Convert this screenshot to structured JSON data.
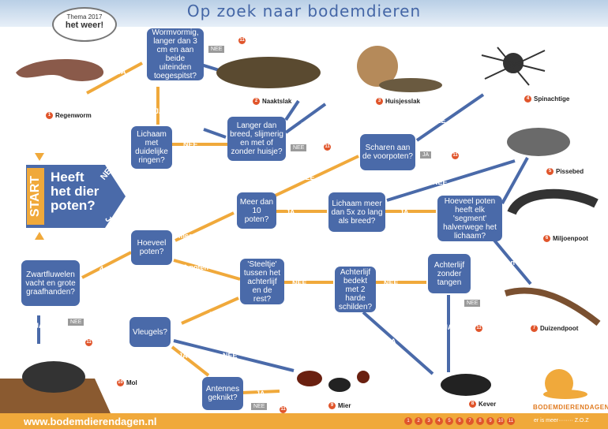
{
  "header": {
    "title": "Op zoek naar bodemdieren",
    "badge_line1": "Thema 2017",
    "badge_line2": "het weer!"
  },
  "start": {
    "start_label": "START",
    "question": "Heeft het dier poten?",
    "nee": "NEE",
    "ja": "JA"
  },
  "boxes": {
    "wormvormig": "Wormvormig, langer dan 3 cm en aan beide uiteinden toegespitst?",
    "lichaam_ringen": "Lichaam met duidelijke ringen?",
    "langer_breed": "Langer dan breed, slijmerig en met of zonder huisje?",
    "scharen": "Scharen aan de voorpoten?",
    "meer_dan_10": "Meer dan 10 poten?",
    "lichaam_5x": "Lichaam meer dan 5x zo lang als breed?",
    "hoeveel_poten_segment": "Hoeveel poten heeft elk 'segment' halverwege het lichaam?",
    "hoeveel_poten": "Hoeveel poten?",
    "zwartfluwelen": "Zwartfluwelen vacht en grote graafhanden?",
    "steeltje": "'Steeltje' tussen het achterlijf en de rest?",
    "achterlijf_schilden": "Achterlijf bedekt met 2 harde schilden?",
    "achterlijf_tangen": "Achterlijf zonder tangen",
    "vleugels": "Vleugels?",
    "antennes": "Antennes geknikt?"
  },
  "arrow_labels": {
    "ja": "JA",
    "nee": "NEE",
    "meer_dan_6": "meer dan 6",
    "vier_poten": "4 poten",
    "zes_poten": "6 poten",
    "twee_poten": "2 poten"
  },
  "small": {
    "nee": "NEE",
    "ja": "JA",
    "eleven": "11"
  },
  "animals": [
    {
      "n": "1",
      "name": "Regenworm"
    },
    {
      "n": "2",
      "name": "Naaktslak"
    },
    {
      "n": "3",
      "name": "Huisjesslak"
    },
    {
      "n": "4",
      "name": "Spinachtige"
    },
    {
      "n": "5",
      "name": "Pissebed"
    },
    {
      "n": "6",
      "name": "Miljoenpoot"
    },
    {
      "n": "7",
      "name": "Duizendpoot"
    },
    {
      "n": "8",
      "name": "Kever"
    },
    {
      "n": "9",
      "name": "Mier"
    },
    {
      "n": "10",
      "name": "Mol"
    }
  ],
  "footer": {
    "url": "www.bodemdierendagen.nl",
    "pages": [
      "1",
      "2",
      "3",
      "4",
      "5",
      "6",
      "7",
      "8",
      "9",
      "10",
      "11"
    ],
    "more": "er is meer········ Z.O.Z",
    "brand": "BODEMDIERENDAGEN"
  },
  "colors": {
    "box": "#4a6aa9",
    "orange": "#f0a93b",
    "badge": "#e0552b",
    "gray": "#9a9a9a"
  }
}
